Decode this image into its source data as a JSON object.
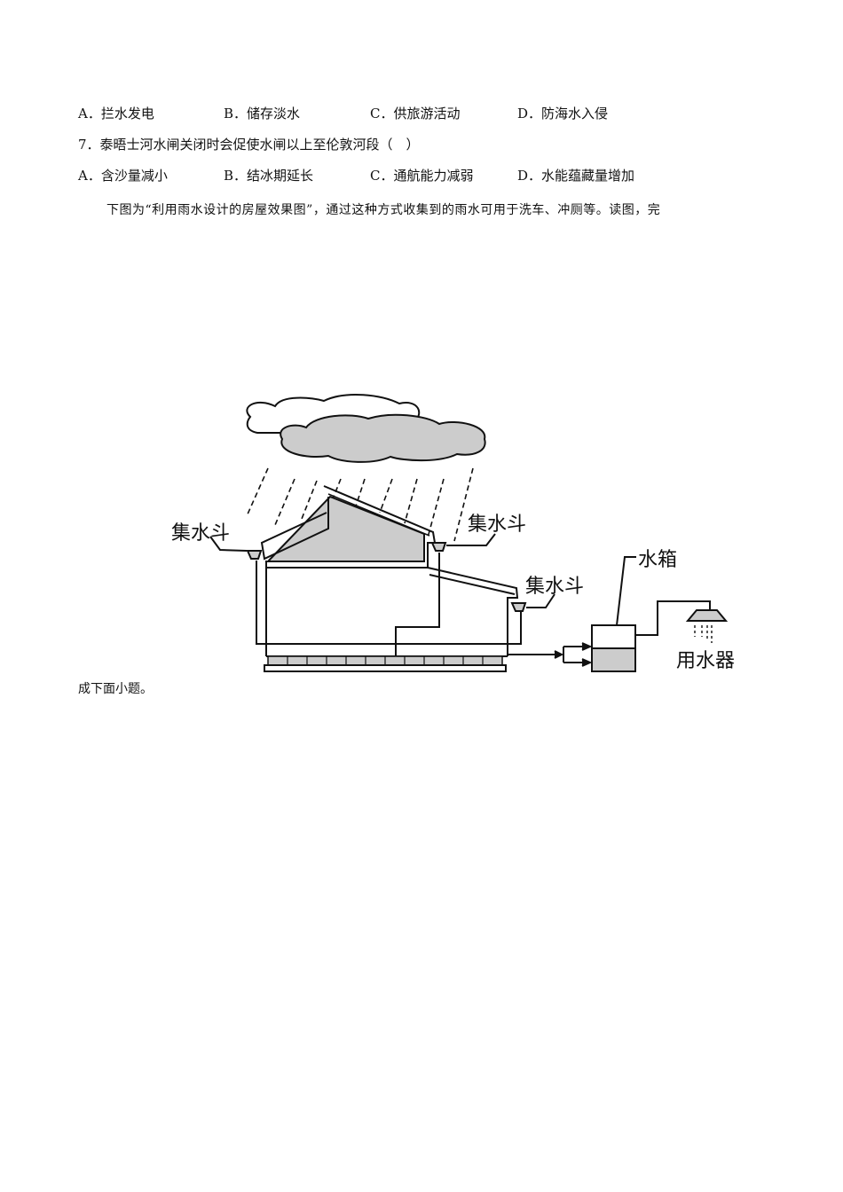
{
  "q6_options": [
    "A．拦水发电",
    "B．储存淡水",
    "C．供旅游活动",
    "D．防海水入侵"
  ],
  "q7": {
    "stem": "7．泰晤士河水闸关闭时会促使水闸以上至伦敦河段（　）",
    "options": [
      "A．含沙量减小",
      "B．结冰期延长",
      "C．通航能力减弱",
      "D．水能蕴藏量增加"
    ]
  },
  "intro": "下图为“利用雨水设计的房屋效果图”，通过这种方式收集到的雨水可用于洗车、冲厕等。读图，完",
  "intro_end": "成下面小题。",
  "diagram": {
    "funnel_label": "集水斗",
    "tank_label": "水箱",
    "fixture_label": "用水器"
  }
}
